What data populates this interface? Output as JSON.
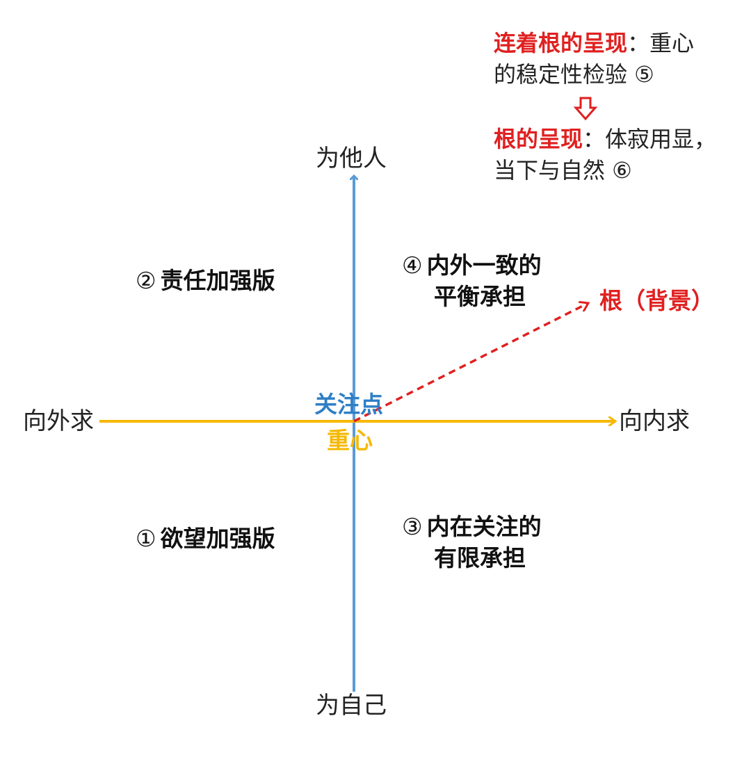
{
  "colors": {
    "vertical_axis": "#5b9bd5",
    "horizontal_axis": "#f5b800",
    "root_arrow": "#e02020",
    "focus_text": "#2e7fc6",
    "center_text": "#f5b800",
    "highlight_text": "#e02020",
    "hollow_arrow": "#e02020"
  },
  "axes": {
    "top": "为他人",
    "bottom": "为自己",
    "left": "向外求",
    "right": "向内求"
  },
  "center": {
    "focus": "关注点",
    "center_of_gravity": "重心"
  },
  "quadrants": {
    "q1": {
      "num": "①",
      "line1": "欲望加强版",
      "line2": ""
    },
    "q2": {
      "num": "②",
      "line1": "责任加强版",
      "line2": ""
    },
    "q3": {
      "num": "③",
      "line1": "内在关注的",
      "line2": "有限承担"
    },
    "q4": {
      "num": "④",
      "line1": "内外一致的",
      "line2": "平衡承担"
    }
  },
  "root_label": "根（背景）",
  "notes": {
    "note5": {
      "highlight": "连着根的呈现",
      "rest": "：重心",
      "line2": "的稳定性检验 ⑤"
    },
    "note6": {
      "highlight": "根的呈现",
      "rest": "：体寂用显，",
      "line2": "当下与自然 ⑥"
    },
    "arrow_icon": "hollow-down-arrow-icon"
  }
}
